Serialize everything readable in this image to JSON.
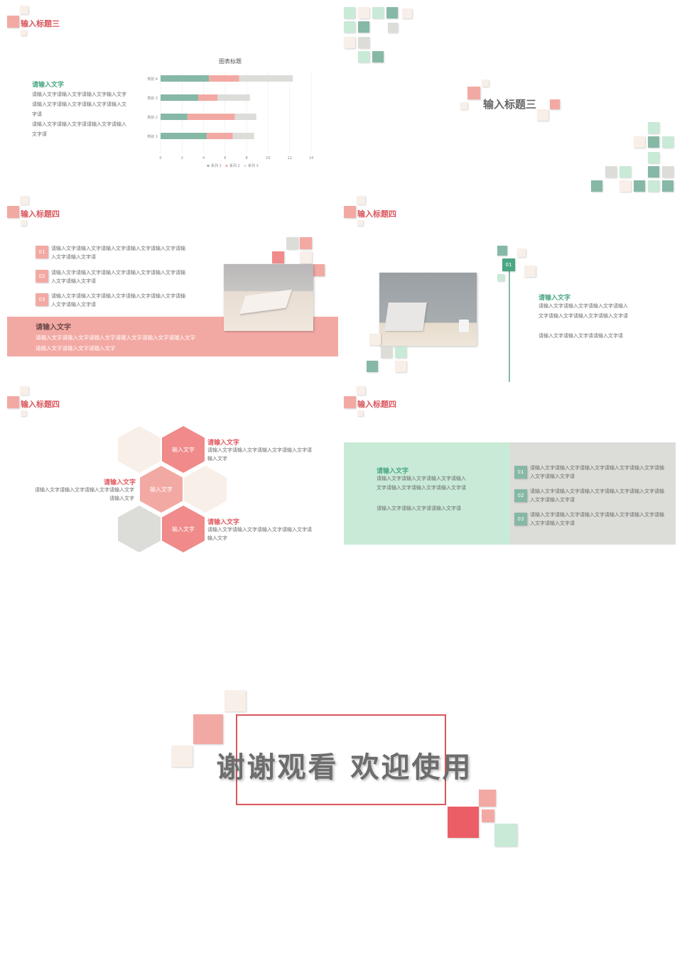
{
  "slides": {
    "chart_slide": {
      "title": "输入标题三",
      "heading": "请输入文字",
      "para1": "请输入文字请输入文字请输入文字输入文字请输入文字请输入文字请输入文字请输入文字请",
      "para2": "请输入文字请输入文字请请输入文字请输入文字请"
    },
    "section_slide": {
      "title": "输入标题三"
    },
    "list_slide": {
      "title": "输入标题四",
      "items": [
        {
          "num": "01",
          "text": "请输入文字请输入文字请输入文字请输入文字请输入文字请输入文字请输入文字请"
        },
        {
          "num": "02",
          "text": "请输入文字请输入文字请输入文字请输入文字请输入文字请输入文字请输入文字请"
        },
        {
          "num": "03",
          "text": "请输入文字请输入文字请输入文字请输入文字请输入文字请输入文字请输入文字请"
        }
      ],
      "banner_heading": "请输入文字",
      "banner_text": "请输入文字请输入文字请输入文字请输入文字请输入文字请输入文字请输入文字请输入文字请输入文字"
    },
    "laptop_slide": {
      "title": "输入标题四",
      "num": "01",
      "heading": "请输入文字",
      "para1": "请输入文字请输入文字请输入文字请输入文字请输入文字请输入文字请输入文字请",
      "para2": "请输入文字请输入文字请请输入文字请"
    },
    "hex_slide": {
      "title": "输入标题四",
      "hex_label": "输入文字",
      "left_heading": "请输入文字",
      "left_text": "请输入文字请输入文字请输入文字请输入文字请输入文字",
      "right_top_heading": "请输入文字",
      "right_top_text": "请输入文字请输入文字请输入文字请输入文字请输入文字",
      "right_bottom_heading": "请输入文字",
      "right_bottom_text": "请输入文字请输入文字请输入文字请输入文字请输入文字"
    },
    "split_slide": {
      "title": "输入标题四",
      "heading": "请输入文字",
      "para1": "请输入文字请输入文字请输入文字请输入文字请输入文字请输入文字请输入文字请",
      "para2": "请输入文字请输入文字请请输入文字请",
      "items": [
        {
          "num": "01",
          "text": "请输入文字请输入文字请输入文字请输入文字请输入文字请输入文字请输入文字请"
        },
        {
          "num": "02",
          "text": "请输入文字请输入文字请输入文字请输入文字请输入文字请输入文字请输入文字请"
        },
        {
          "num": "03",
          "text": "请输入文字请输入文字请输入文字请输入文字请输入文字请输入文字请输入文字请"
        }
      ]
    },
    "closing": {
      "title": "谢谢观看 欢迎使用"
    }
  },
  "chart_data": {
    "type": "bar",
    "orientation": "horizontal",
    "stacked": true,
    "title": "图表标题",
    "categories": [
      "类别 1",
      "类别 2",
      "类别 3",
      "类别 4"
    ],
    "series": [
      {
        "name": "系列 1",
        "values": [
          4.3,
          2.5,
          3.5,
          4.5
        ],
        "color": "#86b8a6"
      },
      {
        "name": "系列 2",
        "values": [
          2.4,
          4.4,
          1.8,
          2.8
        ],
        "color": "#f3a9a3"
      },
      {
        "name": "系列 3",
        "values": [
          2,
          2,
          3,
          5
        ],
        "color": "#dcdcd8"
      }
    ],
    "xlim": [
      0,
      14
    ],
    "xticks": [
      "0",
      "2",
      "4",
      "6",
      "8",
      "10",
      "12",
      "14"
    ],
    "legend": "bottom",
    "grid": true
  },
  "colors": {
    "pink": "#f3a9a3",
    "red": "#ec5e66",
    "mint": "#c8ead6",
    "teal": "#86b8a6",
    "gray": "#dcdcd8",
    "cream": "#f8efe9"
  }
}
